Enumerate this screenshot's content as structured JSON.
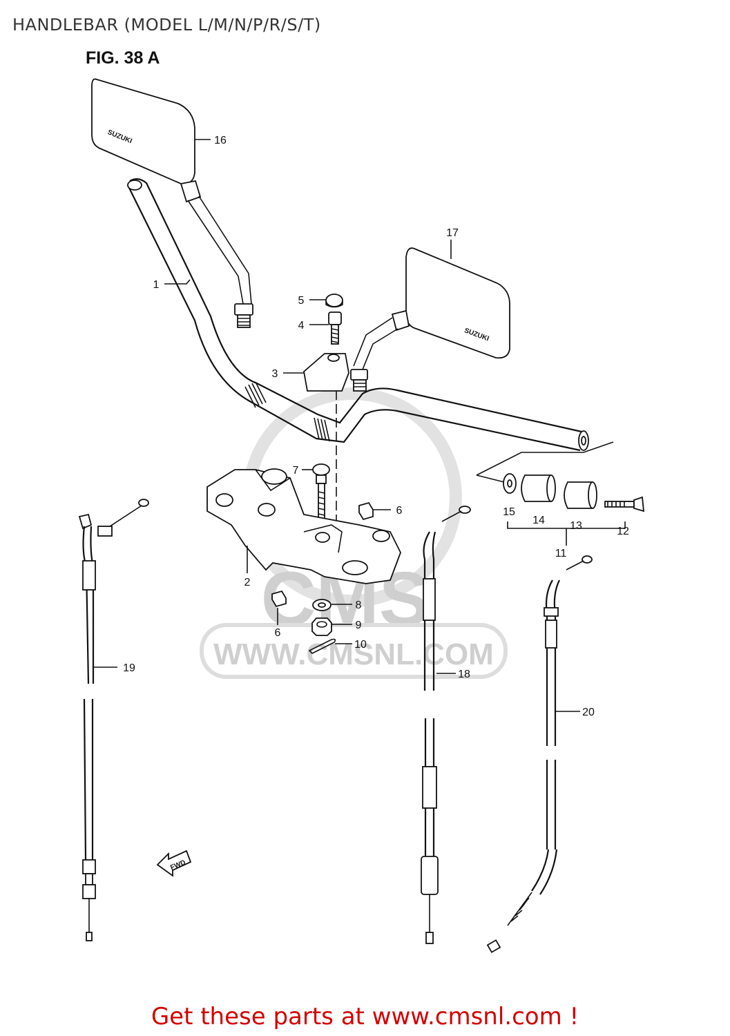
{
  "header": {
    "title": "HANDLEBAR (MODEL L/M/N/P/R/S/T)"
  },
  "figure": {
    "label": "FIG. 38 A"
  },
  "mirror_brand": "SUZUKI",
  "fwd_label": "FWD",
  "watermark": {
    "logo": "CMS",
    "url": "WWW.CMSNL.COM"
  },
  "parts": [
    {
      "num": "1"
    },
    {
      "num": "2"
    },
    {
      "num": "3"
    },
    {
      "num": "4"
    },
    {
      "num": "5"
    },
    {
      "num": "6"
    },
    {
      "num": "6"
    },
    {
      "num": "7"
    },
    {
      "num": "8"
    },
    {
      "num": "9"
    },
    {
      "num": "10"
    },
    {
      "num": "11"
    },
    {
      "num": "12"
    },
    {
      "num": "13"
    },
    {
      "num": "14"
    },
    {
      "num": "15"
    },
    {
      "num": "16"
    },
    {
      "num": "17"
    },
    {
      "num": "18"
    },
    {
      "num": "19"
    },
    {
      "num": "20"
    }
  ],
  "footer": {
    "link_text": "Get these parts at www.cmsnl.com !"
  },
  "colors": {
    "footer_text": "#d40000",
    "title_text": "#333333",
    "watermark": "#cfcfcf"
  }
}
